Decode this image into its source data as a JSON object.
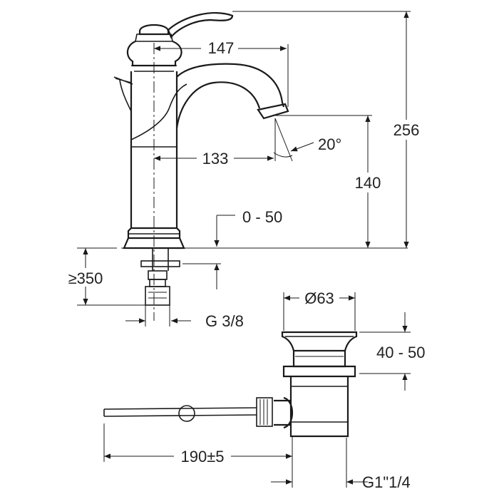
{
  "drawing": {
    "dimensions": {
      "spout_reach": "147",
      "overall_height": "256",
      "spout_angle": "20°",
      "body_to_outlet": "133",
      "spout_height": "140",
      "deck_thickness": "0 - 50",
      "hose_length": "≥350",
      "inlet_thread": "G 3/8",
      "waste_diameter": "Ø63",
      "waste_depth": "40 - 50",
      "rod_length": "190±5",
      "waste_thread": "G1\"1/4"
    }
  }
}
